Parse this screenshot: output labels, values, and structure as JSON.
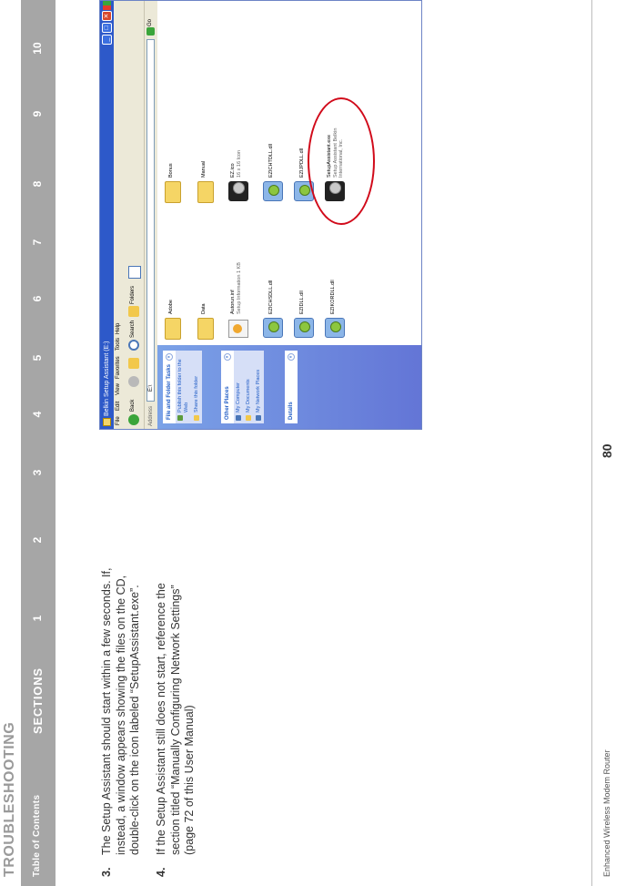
{
  "header": {
    "title": "TROUBLESHOOTING"
  },
  "nav": {
    "toc_label": "Table of Contents",
    "sections_label": "SECTIONS",
    "numbers": [
      "1",
      "2",
      "3",
      "4",
      "5",
      "6",
      "7",
      "8",
      "9",
      "10"
    ]
  },
  "steps": [
    {
      "number": "3.",
      "lines": [
        "The Setup Assistant should start within a few seconds. If,",
        "instead, a window appears showing the files on the CD,",
        "double-click on the icon labeled “SetupAssistant.exe”."
      ]
    },
    {
      "number": "4.",
      "lines": [
        "If the Setup Assistant still does not start, reference the",
        "section titled “Manually Configuring Network Settings”",
        "(page 72 of this User Manual)"
      ]
    }
  ],
  "footer": {
    "product": "Enhanced Wireless Modem Router",
    "page_number": "80"
  },
  "window": {
    "title": "Belkin Setup Assistant (E:)",
    "menu": [
      "File",
      "Edit",
      "View",
      "Favorites",
      "Tools",
      "Help"
    ],
    "toolbar": {
      "back": "Back",
      "search": "Search",
      "folders": "Folders"
    },
    "address_label": "Address",
    "address_value": "E:\\",
    "go_label": "Go",
    "panels": {
      "file_tasks": {
        "title": "File and Folder Tasks",
        "items": [
          "Publish this folder to the Web",
          "Share this folder"
        ]
      },
      "other_places": {
        "title": "Other Places",
        "items": [
          "My Computer",
          "My Documents",
          "My Network Places"
        ]
      },
      "details": {
        "title": "Details"
      }
    },
    "files": [
      {
        "name": "Adobe",
        "sub": ""
      },
      {
        "name": "Bonus",
        "sub": ""
      },
      {
        "name": "Data",
        "sub": ""
      },
      {
        "name": "Manual",
        "sub": ""
      },
      {
        "name": "Autorun.inf",
        "sub": "Setup Information 1 KB"
      },
      {
        "name": "EZ.ico",
        "sub": "16 x 16 Icon"
      },
      {
        "name": "EZICHSDLL.dll",
        "sub": ""
      },
      {
        "name": "EZICHTDLL.dll",
        "sub": ""
      },
      {
        "name": "EZIDLL.dll",
        "sub": ""
      },
      {
        "name": "EZIJPDLL.dll",
        "sub": ""
      },
      {
        "name": "EZIKORDLL.dll",
        "sub": ""
      },
      {
        "name": "SetupAssistant.exe",
        "sub": "Setup Assistant Belkin International, Inc."
      }
    ]
  },
  "colors": {
    "nav_bar": "#a6a6a6",
    "highlight_circle": "#d10a1a",
    "title_bar": "#2d59c9"
  }
}
